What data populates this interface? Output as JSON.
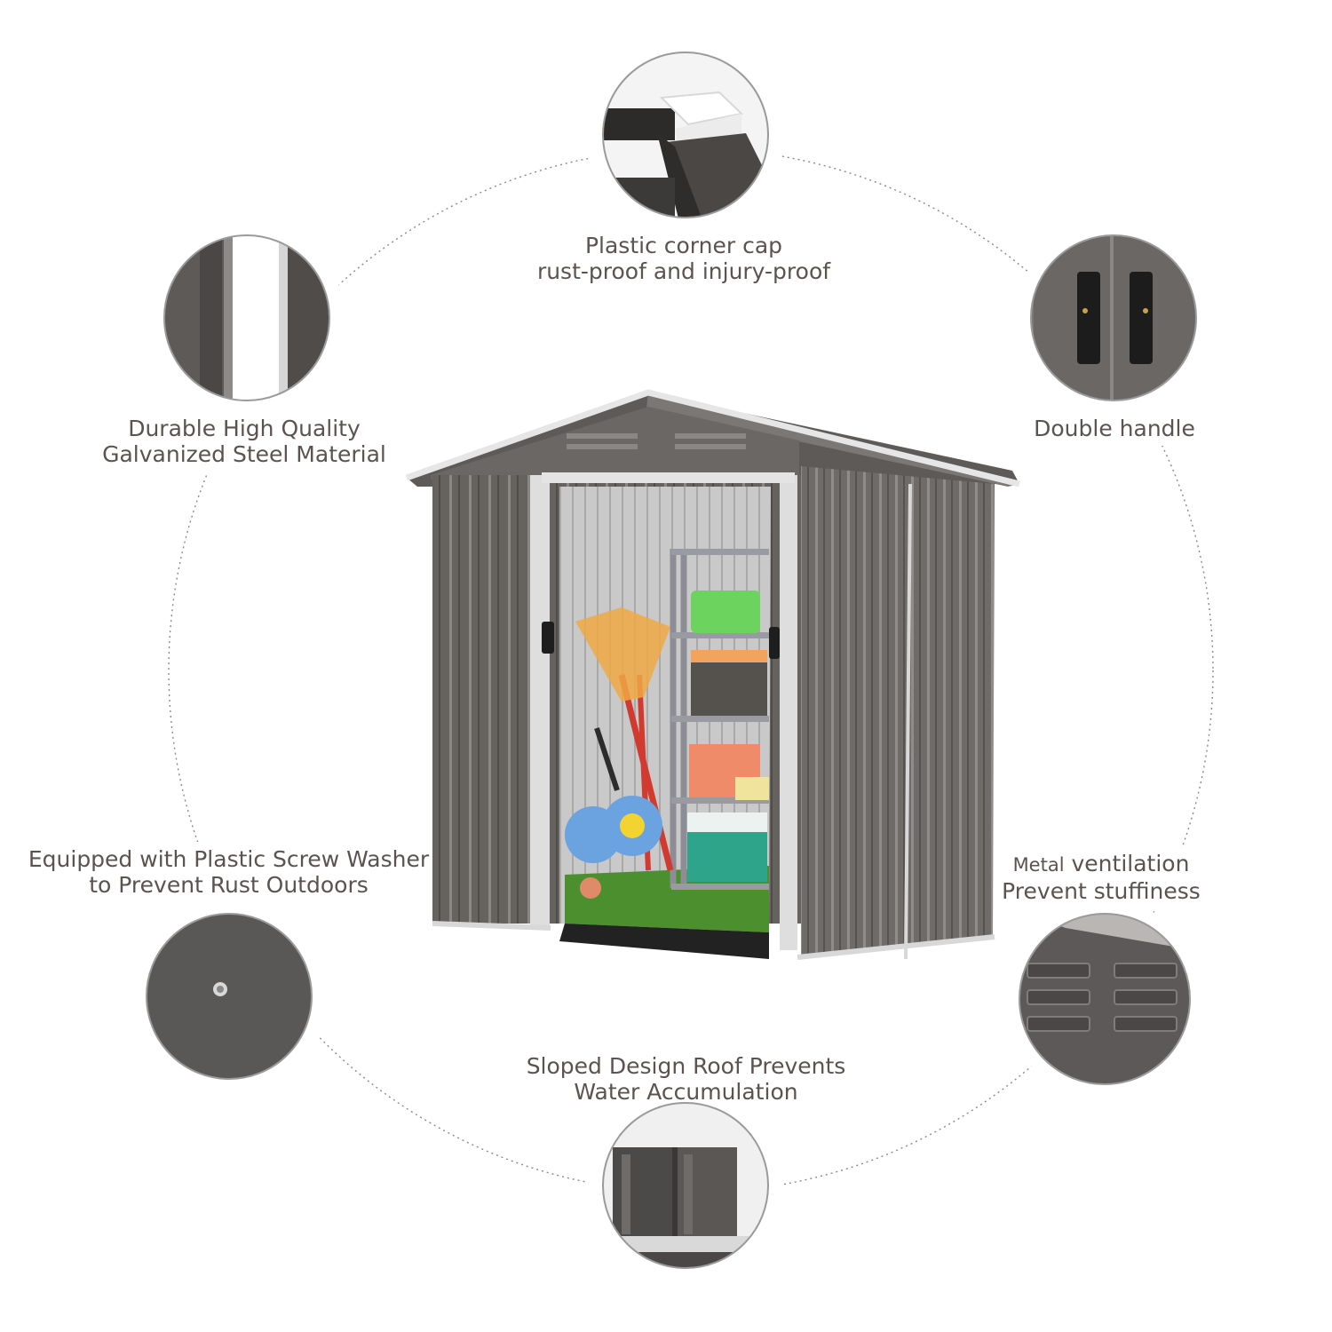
{
  "colors": {
    "text": "#5b5350",
    "shed_body": "#6b6866",
    "trim": "#dcdcdc",
    "dotted_ring": "#8a8a8a"
  },
  "features": [
    {
      "id": "corner-cap",
      "icon": "corner-cap-closeup",
      "line1": "Plastic corner cap",
      "line2": "rust-proof and injury-proof"
    },
    {
      "id": "steel",
      "icon": "steel-panel-closeup",
      "line1": "Durable High Quality",
      "line2": "Galvanized Steel Material"
    },
    {
      "id": "handle",
      "icon": "double-handle-closeup",
      "line1": "Double handle",
      "line2": ""
    },
    {
      "id": "washer",
      "icon": "screw-washer-closeup",
      "line1": "Equipped with Plastic Screw Washer",
      "line2": "to Prevent Rust Outdoors"
    },
    {
      "id": "vent",
      "icon": "vent-closeup",
      "line1_small": "Metal",
      "line1": "ventilation",
      "line2": "Prevent stuffiness"
    },
    {
      "id": "roof",
      "icon": "sloped-roof-closeup",
      "line1": "Sloped Design Roof Prevents",
      "line2": "Water Accumulation"
    }
  ]
}
